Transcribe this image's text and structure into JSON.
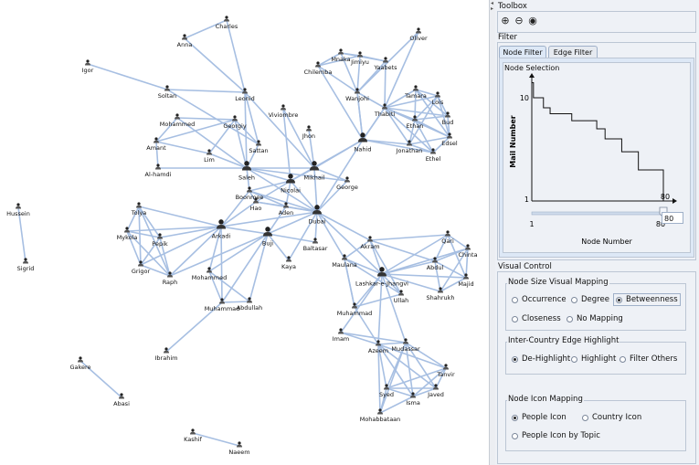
{
  "toolbox": {
    "title": "Toolbox",
    "tools": [
      {
        "icon": "zoom-in-icon",
        "glyph": "⊕"
      },
      {
        "icon": "zoom-out-icon",
        "glyph": "⊖"
      },
      {
        "icon": "zoom-fit-icon",
        "glyph": "◉"
      }
    ]
  },
  "filter": {
    "title": "Filter",
    "tabs": [
      {
        "label": "Node Filter",
        "active": true
      },
      {
        "label": "Edge Filter",
        "active": false
      }
    ],
    "node_selection_title": "Node Selection",
    "slider_value": "80",
    "threshold_label": "80",
    "chart_data": {
      "type": "line",
      "xlabel": "Node Number",
      "ylabel": "Mail Number",
      "x_ticks": [
        "1",
        "80"
      ],
      "y_ticks": [
        "1",
        "10"
      ],
      "yscale": "log",
      "xlim": [
        1,
        80
      ],
      "ylim": [
        1,
        16
      ],
      "series": [
        {
          "x": [
            1,
            2,
            8,
            12,
            20,
            25,
            40,
            45,
            55,
            65,
            70,
            80
          ],
          "y": [
            14,
            10,
            8,
            7,
            7,
            6,
            5,
            4,
            3,
            2,
            2,
            1
          ]
        }
      ]
    }
  },
  "visual_control": {
    "title": "Visual Control",
    "node_size": {
      "title": "Node Size Visual Mapping",
      "options": [
        "Occurrence",
        "Degree",
        "Betweenness",
        "Closeness",
        "No Mapping"
      ],
      "selected": "Betweenness"
    },
    "edge_highlight": {
      "title": "Inter-Country Edge Highlight",
      "options": [
        "De-Highlight",
        "Highlight",
        "Filter Others"
      ],
      "selected": "De-Highlight"
    },
    "icon_mapping": {
      "title": "Node Icon Mapping",
      "options": [
        "People Icon",
        "Country Icon",
        "People Icon by Topic"
      ],
      "selected": "People Icon"
    }
  },
  "graph": {
    "nodes": [
      {
        "id": "Charles",
        "big": false
      },
      {
        "id": "Anna",
        "big": false
      },
      {
        "id": "Igor",
        "big": false
      },
      {
        "id": "Soltan",
        "big": false
      },
      {
        "id": "Leonid",
        "big": false
      },
      {
        "id": "Mohammed",
        "big": false
      },
      {
        "id": "Georgiy",
        "big": false
      },
      {
        "id": "Viviombre",
        "big": false
      },
      {
        "id": "Amant",
        "big": false
      },
      {
        "id": "Sattan",
        "big": false
      },
      {
        "id": "Jhon",
        "big": false
      },
      {
        "id": "Lim",
        "big": false
      },
      {
        "id": "Al-hamdi",
        "big": false
      },
      {
        "id": "Saleh",
        "big": true
      },
      {
        "id": "Mikhail",
        "big": true
      },
      {
        "id": "Nicolai",
        "big": true
      },
      {
        "id": "George",
        "big": false
      },
      {
        "id": "Boonmee",
        "big": false
      },
      {
        "id": "Hao",
        "big": false
      },
      {
        "id": "Aden",
        "big": false
      },
      {
        "id": "Dubai",
        "big": true
      },
      {
        "id": "Hussein",
        "big": false
      },
      {
        "id": "Sigrid",
        "big": false
      },
      {
        "id": "Tolya",
        "big": false
      },
      {
        "id": "Mykola",
        "big": false
      },
      {
        "id": "Pepik",
        "big": false
      },
      {
        "id": "Grigor",
        "big": false
      },
      {
        "id": "Raph",
        "big": false
      },
      {
        "id": "Arkadi",
        "big": true
      },
      {
        "id": "Buji",
        "big": true
      },
      {
        "id": "Baltasar",
        "big": false
      },
      {
        "id": "Kaya",
        "big": false
      },
      {
        "id": "Mohammed",
        "big": false
      },
      {
        "id": "Muhammad",
        "big": false
      },
      {
        "id": "Abdullah",
        "big": false
      },
      {
        "id": "Ibrahim",
        "big": false
      },
      {
        "id": "Gakere",
        "big": false
      },
      {
        "id": "Abasi",
        "big": false
      },
      {
        "id": "Kashif",
        "big": false
      },
      {
        "id": "Naeem",
        "big": false
      },
      {
        "id": "Oliver",
        "big": false
      },
      {
        "id": "Mnaka",
        "big": false
      },
      {
        "id": "Jimiyu",
        "big": false
      },
      {
        "id": "Chilemba",
        "big": false
      },
      {
        "id": "Yaabets",
        "big": false
      },
      {
        "id": "Wanjohi",
        "big": false
      },
      {
        "id": "Tamara",
        "big": false
      },
      {
        "id": "Lois",
        "big": false
      },
      {
        "id": "Thabiti",
        "big": false
      },
      {
        "id": "Bud",
        "big": false
      },
      {
        "id": "Ethan",
        "big": false
      },
      {
        "id": "Nahid",
        "big": true
      },
      {
        "id": "Edsel",
        "big": false
      },
      {
        "id": "Jonathan",
        "big": false
      },
      {
        "id": "Ethel",
        "big": false
      },
      {
        "id": "Akram",
        "big": false
      },
      {
        "id": "Qari",
        "big": false
      },
      {
        "id": "Maulana",
        "big": false
      },
      {
        "id": "Chinta",
        "big": false
      },
      {
        "id": "Lashkar-e-Jhangvi",
        "big": true
      },
      {
        "id": "Abdul",
        "big": false
      },
      {
        "id": "Majid",
        "big": false
      },
      {
        "id": "Ullah",
        "big": false
      },
      {
        "id": "Shahrukh",
        "big": false
      },
      {
        "id": "Muhammad",
        "big": false
      },
      {
        "id": "Imam",
        "big": false
      },
      {
        "id": "Azeem",
        "big": false
      },
      {
        "id": "Mudassar",
        "big": false
      },
      {
        "id": "Tanvir",
        "big": false
      },
      {
        "id": "Javed",
        "big": false
      },
      {
        "id": "Syed",
        "big": false
      },
      {
        "id": "Isma",
        "big": false
      },
      {
        "id": "Mohabbataan",
        "big": false
      }
    ]
  }
}
